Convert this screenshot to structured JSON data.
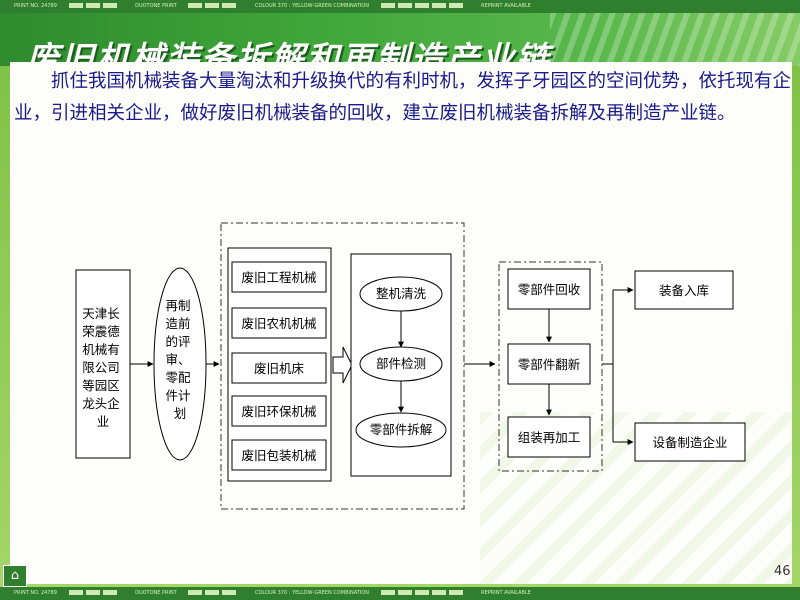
{
  "header_strip": {
    "print_no": "PRINT NO. 24789",
    "duotone": "DUOTONE PRINT",
    "colour": "COLOUR 370 : YELLOW-GREEN COMBINATION",
    "reprint": "REPRINT AVAILABLE"
  },
  "title": "废旧机械装备拆解和再制造产业链",
  "paragraph": "　　抓住我国机械装备大量淘汰和升级换代的有利时机，发挥子牙园区的空间优势，依托现有企业，引进相关企业，做好废旧机械装备的回收，建立废旧机械装备拆解及再制造产业链。",
  "diagram": {
    "company": [
      "天津长",
      "荣震德",
      "机械有",
      "限公司",
      "等园区",
      "龙头企",
      "业"
    ],
    "plan": [
      "再制",
      "造前",
      "的评",
      "审、",
      "零配",
      "件计",
      "划"
    ],
    "waste_items": [
      "废旧工程机械",
      "废旧农机机械",
      "废旧机床",
      "废旧环保机械",
      "废旧包装机械"
    ],
    "process_steps": [
      "整机清洗",
      "部件检测",
      "零部件拆解"
    ],
    "remanufacture_steps": [
      "零部件回收",
      "零部件翻新",
      "组装再加工"
    ],
    "outputs": [
      "装备入库",
      "设备制造企业"
    ]
  },
  "page_number": "46",
  "colors": {
    "accent": "#2f7f2f",
    "text_blue": "#1a1a8c"
  },
  "icons": {
    "corner": "building-icon"
  }
}
